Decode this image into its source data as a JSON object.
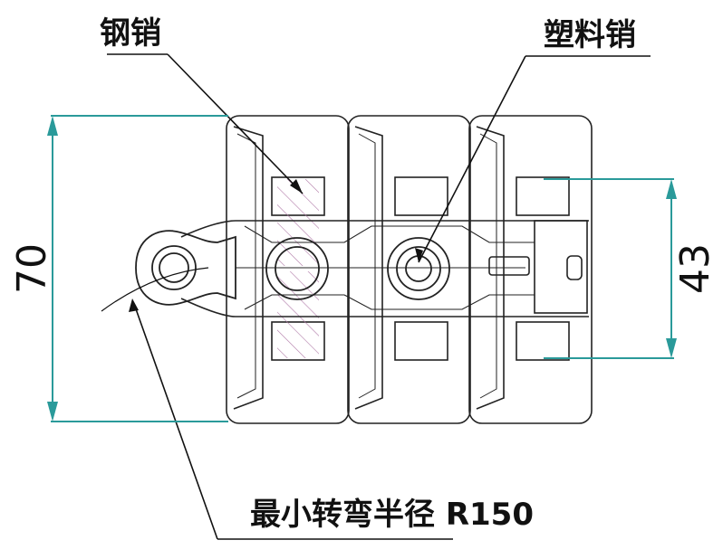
{
  "labels": {
    "steel_pin": "钢销",
    "plastic_pin": "塑料销",
    "min_bend_radius": "最小转弯半径 R150"
  },
  "dimensions": {
    "overall_height": "70",
    "inner_height": "43"
  },
  "colors": {
    "dimension_line": "#2a9a9a",
    "outline": "#222222",
    "hatch": "#b07aa8",
    "background": "#ffffff"
  }
}
